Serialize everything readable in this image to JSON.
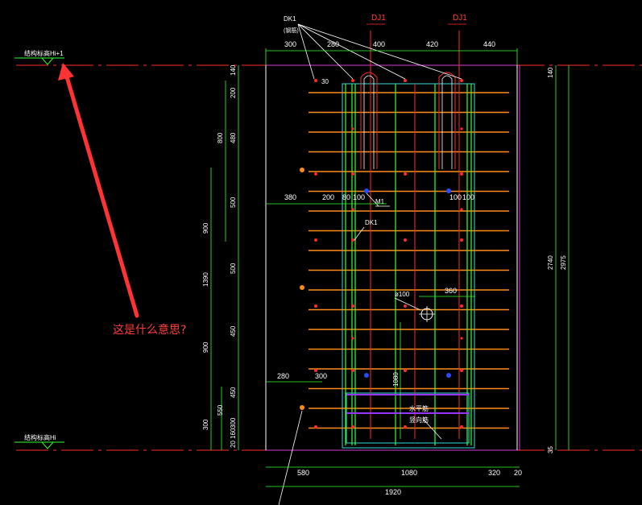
{
  "levels": {
    "top": "结构标高Hi+1",
    "bottom": "结构标高Hi"
  },
  "annotation": {
    "question": "这是什么意思?"
  },
  "labels": {
    "dk1_top": "DK1",
    "dk1_top_sub": "(钢筋)",
    "dj1_left": "DJ1",
    "dj1_right": "DJ1",
    "m1": "M1",
    "dk1_mid": "DK1",
    "dia_hole": "ø100",
    "note_a": "水平筋",
    "note_b": "竖向筋"
  },
  "dims_top": [
    "300",
    "280",
    "400",
    "420",
    "440"
  ],
  "dims_bottom": [
    "580",
    "1080",
    "320",
    "20"
  ],
  "dims_total": "1920",
  "dims_mid_row1": [
    "380",
    "200",
    "80",
    "100",
    "100",
    "100"
  ],
  "dims_mid_row2": [
    "280",
    "300"
  ],
  "dims_mid_misc": {
    "d360": "360",
    "d1080v": "1080",
    "d30": "30"
  },
  "dims_left_inner": [
    "140",
    "200",
    "480",
    "500",
    "500",
    "450",
    "450",
    "300",
    "160",
    "20"
  ],
  "dims_left_mid": [
    "800",
    "550"
  ],
  "dims_left_outer": [
    "900",
    "1390",
    "900",
    "300"
  ],
  "dims_left_outer2": [
    "900"
  ],
  "dims_right": [
    "140",
    "2740",
    "2975",
    "35"
  ],
  "colors": {
    "red": "#ff2a2a",
    "green": "#33ff33",
    "orange": "#ff8c1a",
    "cyan": "#33dddd",
    "magenta": "#d43cd4",
    "blue": "#2a4cff",
    "white": "#ffffff",
    "purple": "#9933ff"
  }
}
